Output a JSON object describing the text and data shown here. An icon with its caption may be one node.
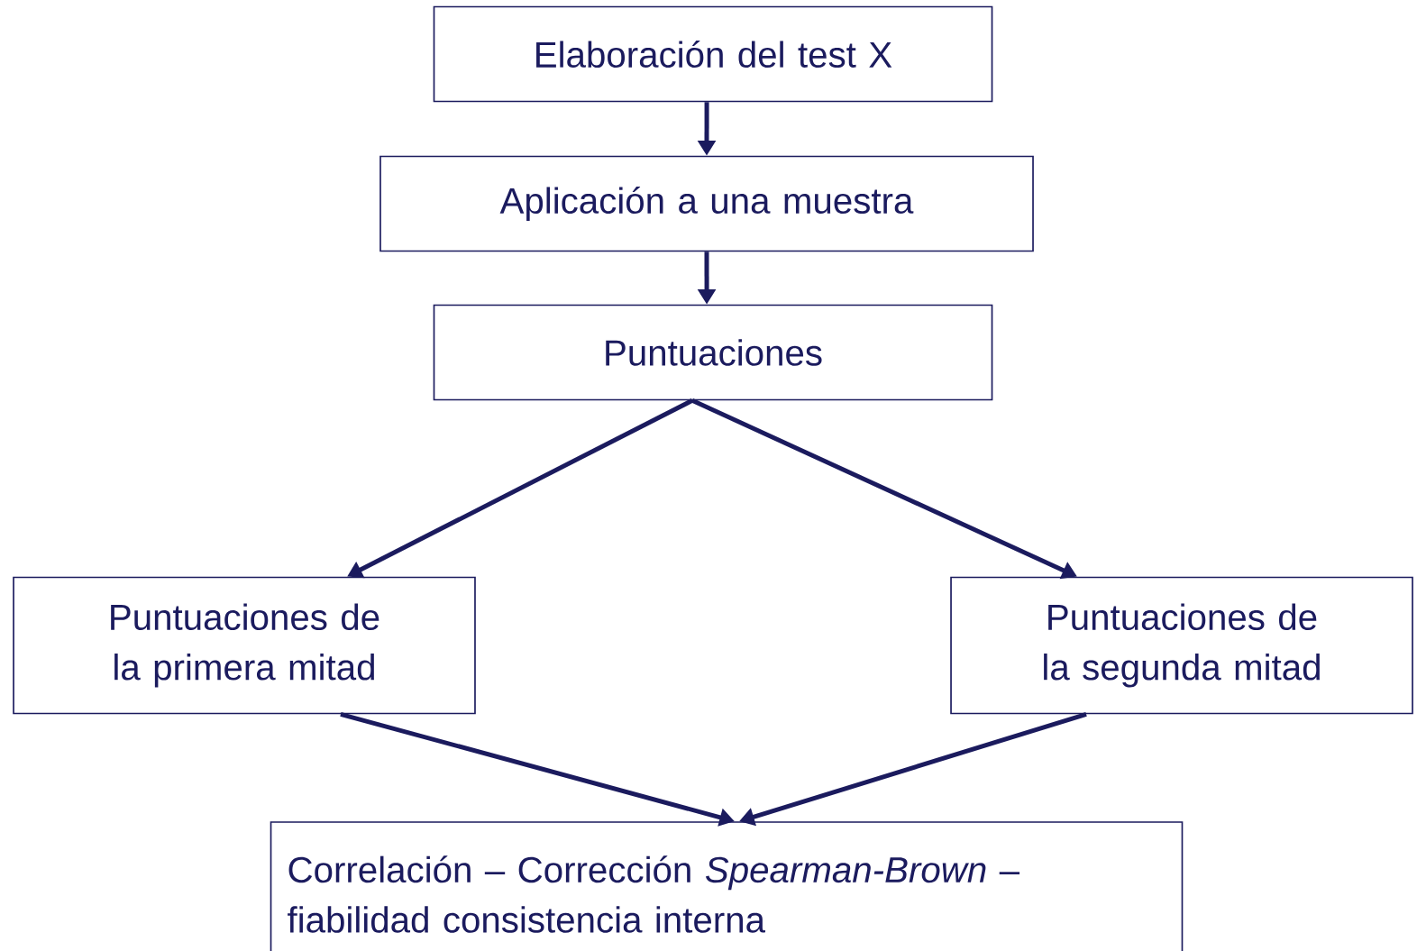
{
  "diagram": {
    "nodes": [
      {
        "text": [
          "Elaboración del test X"
        ]
      },
      {
        "text": [
          "Aplicación a una muestra"
        ]
      },
      {
        "text": [
          "Puntuaciones"
        ]
      },
      {
        "text": [
          "Puntuaciones de la primera mitad"
        ]
      },
      {
        "text": [
          "Puntuaciones de la segunda mitad"
        ]
      },
      {
        "text": [
          "Correlación – Corrección *Spearman-Brown* – fiabilidad consistencia interna"
        ]
      }
    ],
    "edges": [
      {
        "from": 0,
        "to": 1,
        "arrow": "to"
      },
      {
        "from": 1,
        "to": 2,
        "arrow": "to"
      },
      {
        "from": 2,
        "to": 3,
        "arrow": "to"
      },
      {
        "from": 2,
        "to": 4,
        "arrow": "to"
      },
      {
        "from": 3,
        "to": 5,
        "arrow": "to"
      },
      {
        "from": 4,
        "to": 5,
        "arrow": "to"
      }
    ]
  }
}
